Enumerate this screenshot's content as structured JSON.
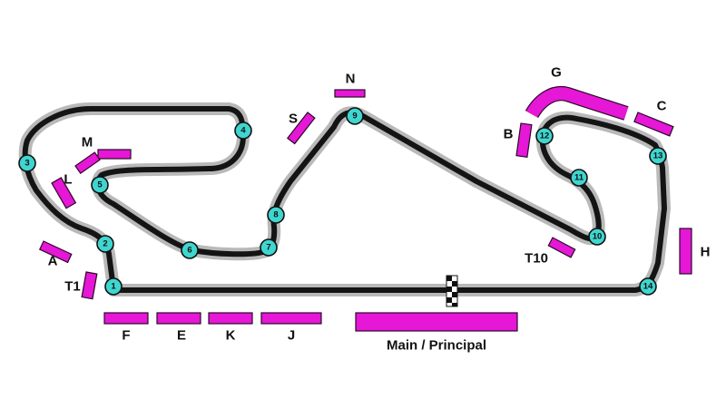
{
  "turns": [
    "1",
    "2",
    "3",
    "4",
    "5",
    "6",
    "7",
    "8",
    "9",
    "10",
    "11",
    "12",
    "13",
    "14"
  ],
  "stands": {
    "A": "A",
    "B": "B",
    "C": "C",
    "E": "E",
    "F": "F",
    "G": "G",
    "H": "H",
    "J": "J",
    "K": "K",
    "L": "L",
    "M": "M",
    "N": "N",
    "S": "S",
    "T1": "T1",
    "T10": "T10",
    "main": "Main / Principal"
  },
  "colors": {
    "stand": "#e617d6",
    "turn_marker": "#3fd6d0",
    "track": "#141414",
    "track_runoff": "#b9b9b9"
  }
}
